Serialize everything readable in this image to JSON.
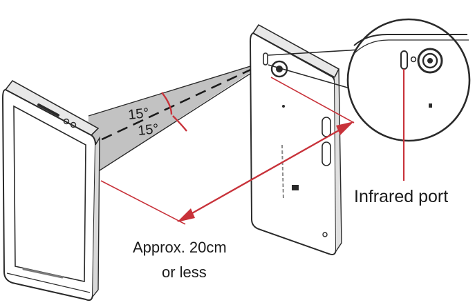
{
  "diagram": {
    "angle_upper": "15°",
    "angle_lower": "15°",
    "port_label": "Infrared port",
    "distance_line1": "Approx. 20cm",
    "distance_line2": "or less"
  },
  "colors": {
    "beam": "#c2c2c2",
    "accent": "#c8323a",
    "outline": "#2a2a2a",
    "body_fill": "#ffffff"
  }
}
